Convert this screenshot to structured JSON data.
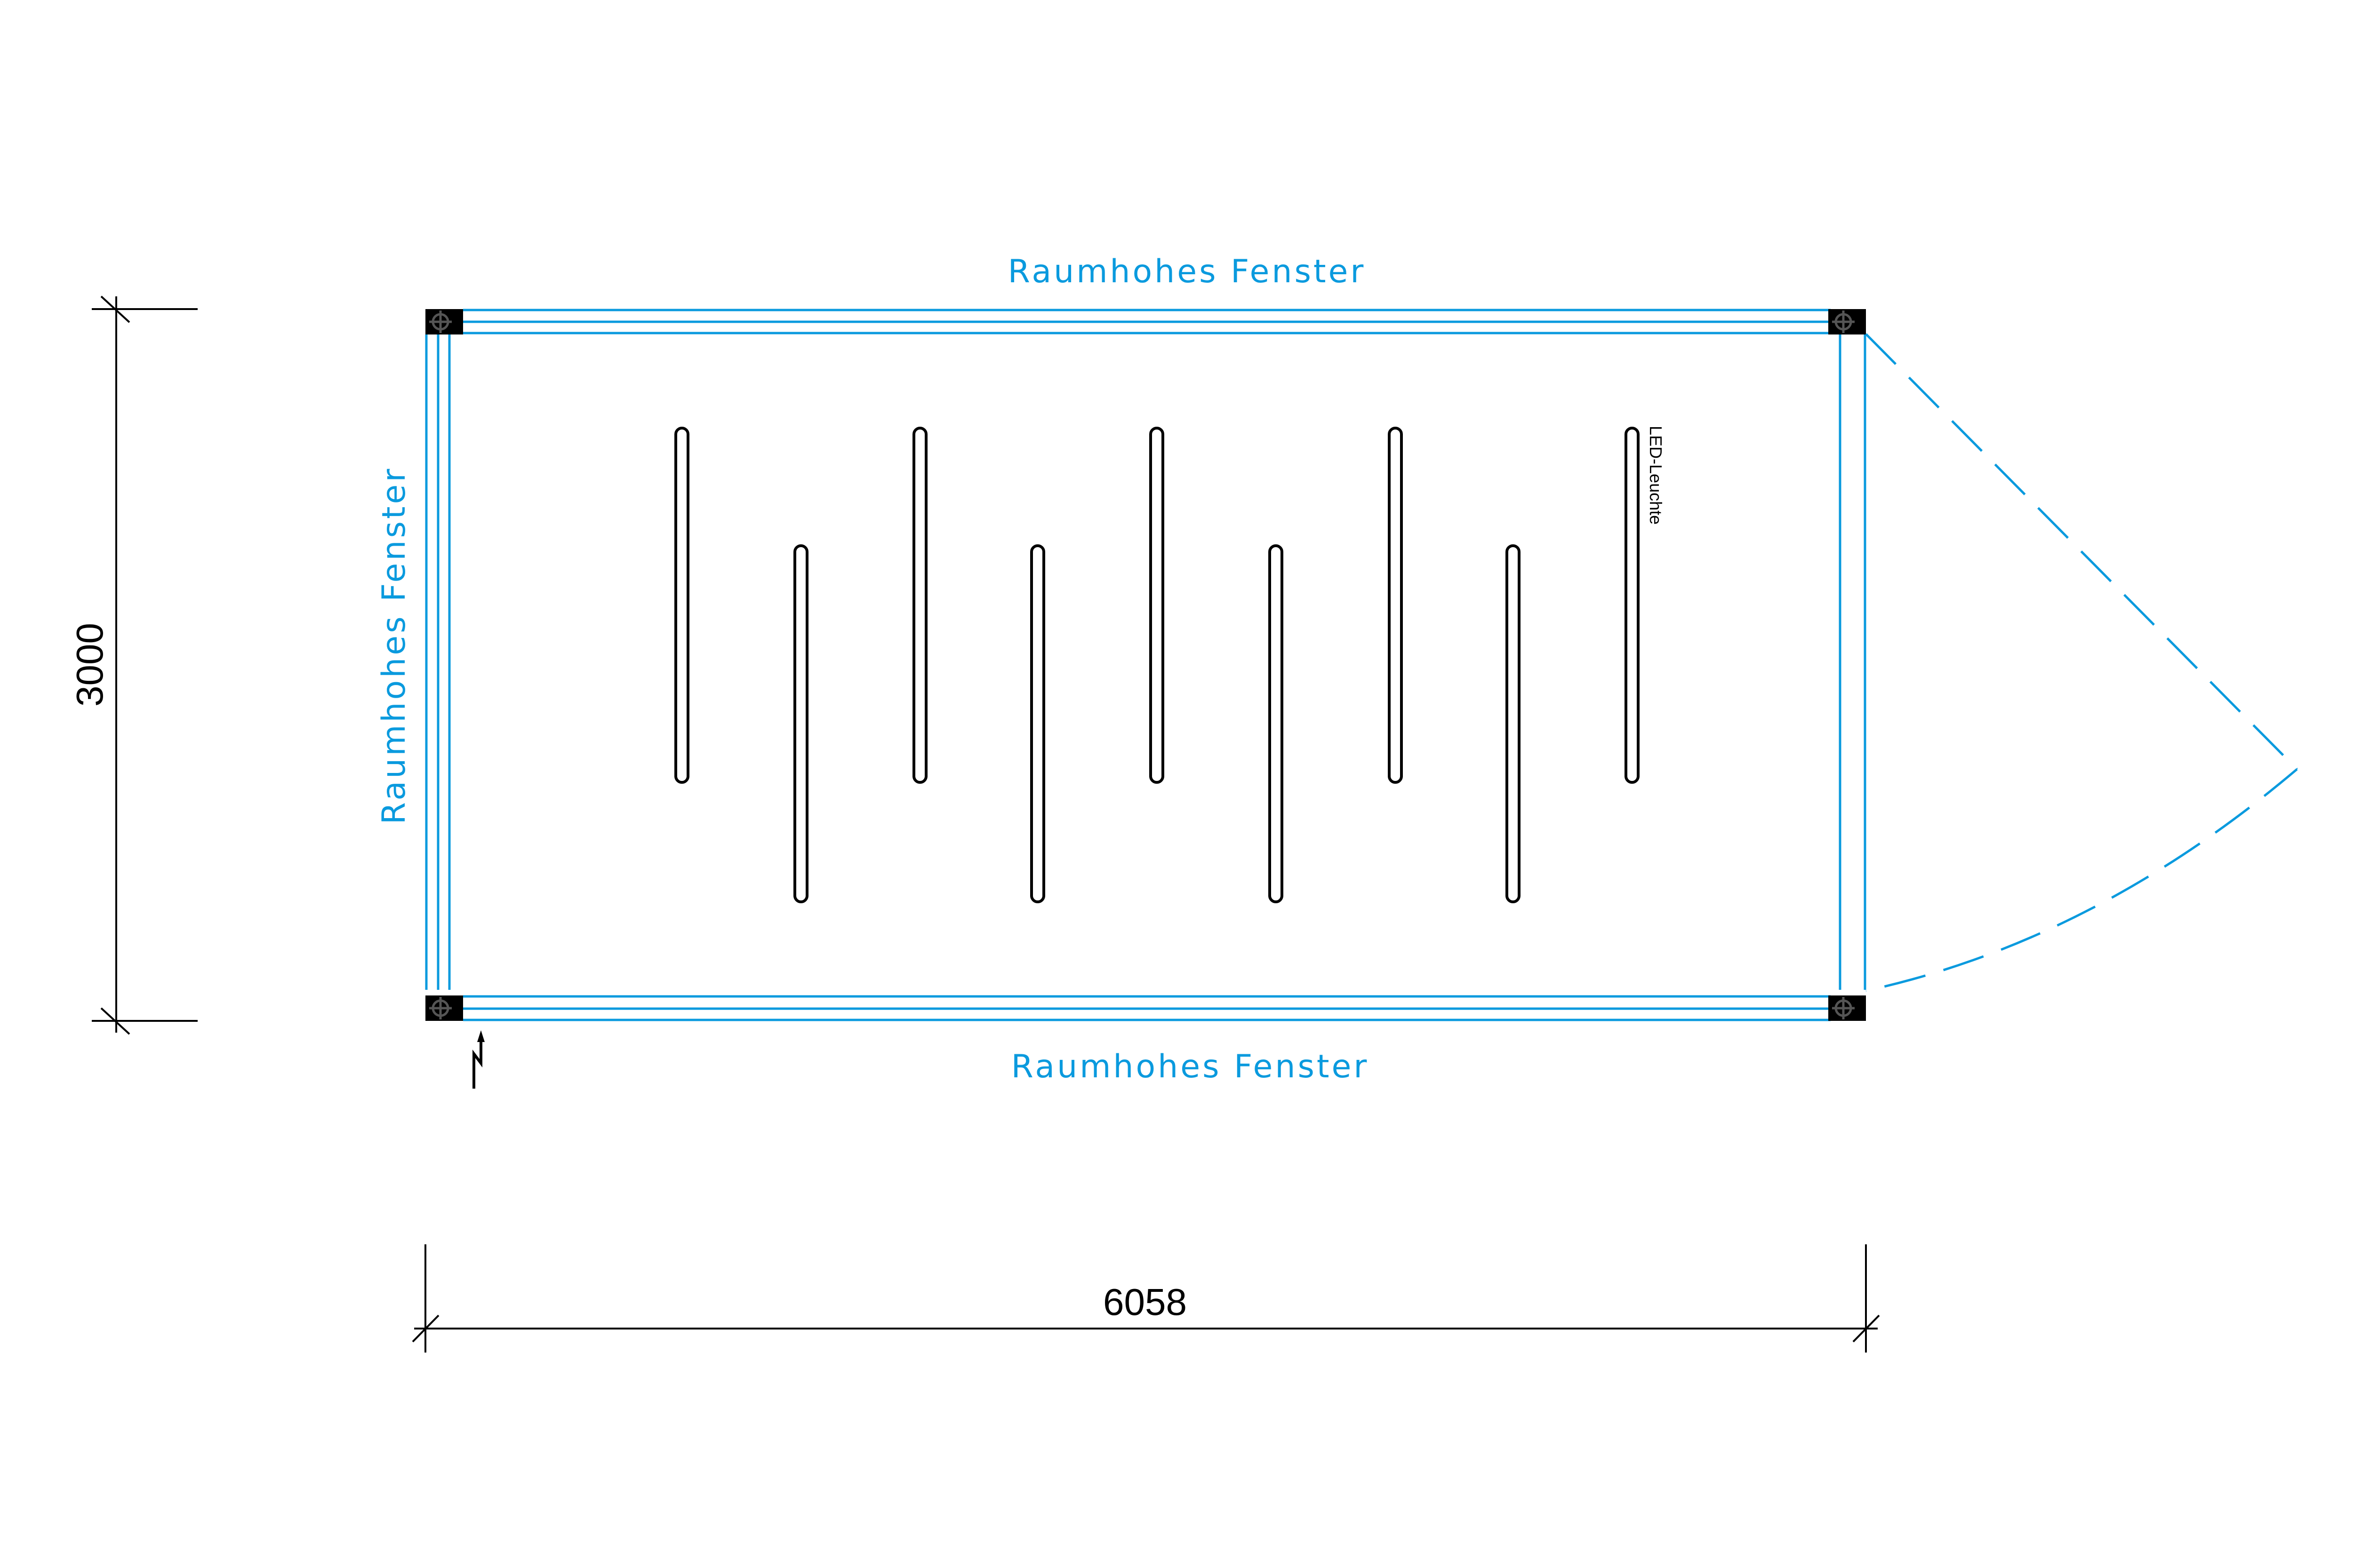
{
  "labels": {
    "window_top": "Raumhohes Fenster",
    "window_bottom": "Raumhohes Fenster",
    "window_left": "Raumhohes Fenster",
    "light": "LED-Leuchte"
  },
  "dimensions": {
    "width": "6058",
    "height": "3000"
  },
  "colors": {
    "window": "#0a9ade",
    "wall": "#000000",
    "column_symbol": "#555555"
  },
  "lights": {
    "top_row_count": 5,
    "bottom_row_count": 4
  }
}
